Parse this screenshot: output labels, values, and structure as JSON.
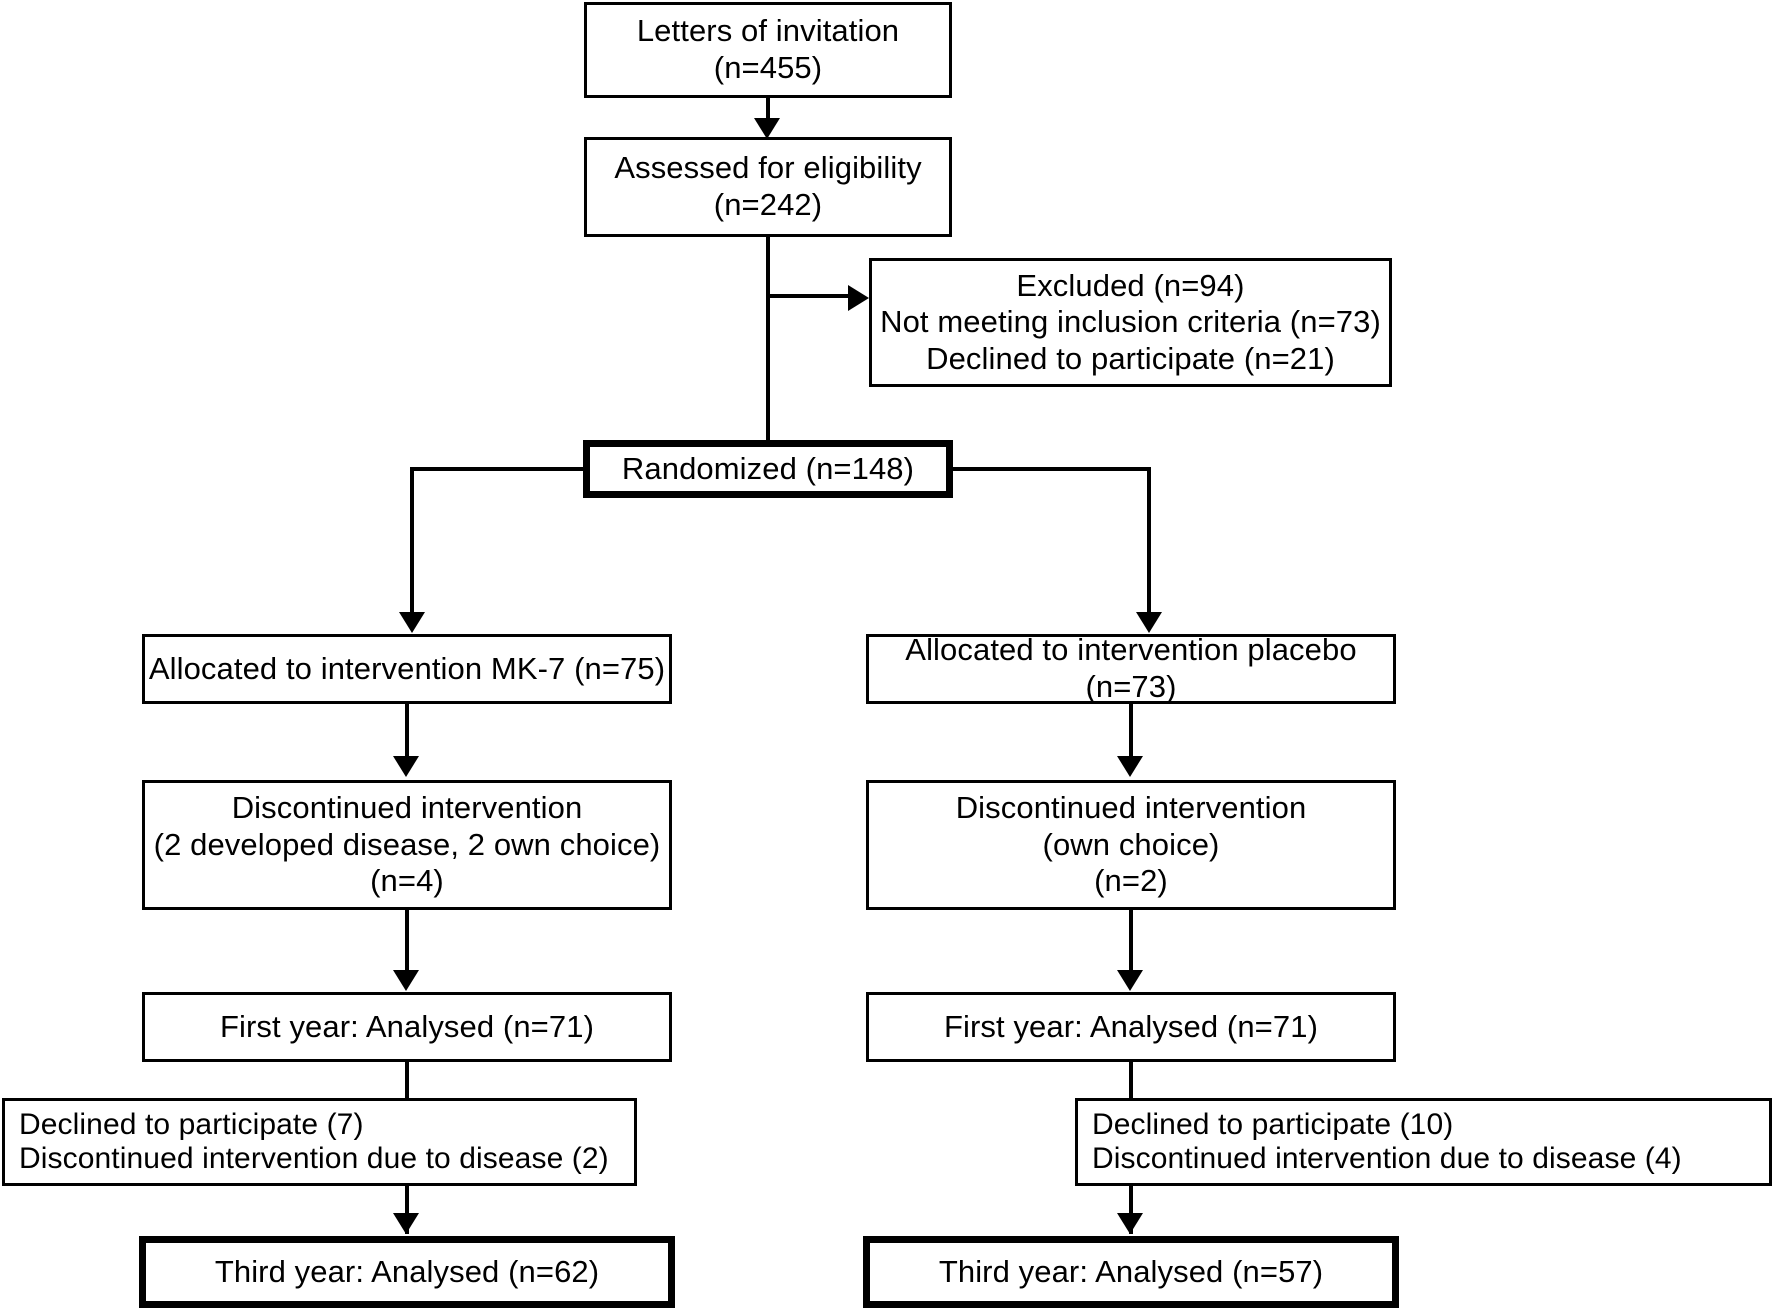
{
  "diagram": {
    "title": "CONSORT participant flow diagram",
    "type": "flowchart",
    "colors": {
      "stroke": "#000000",
      "background": "#ffffff",
      "text": "#000000"
    },
    "nodes": {
      "letters": {
        "label": "Letters of invitation\n(n=455)",
        "text_line1": "Letters of invitation",
        "text_line2": "(n=455)",
        "n": 455,
        "emphasis": "normal"
      },
      "assessed": {
        "label": "Assessed for eligibility\n(n=242)",
        "text_line1": "Assessed for eligibility",
        "text_line2": "(n=242)",
        "n": 242,
        "emphasis": "normal"
      },
      "excluded": {
        "label": "Excluded (n=94)\nNot meeting inclusion criteria (n=73)\nDeclined to participate (n=21)",
        "text_line1": "Excluded (n=94)",
        "text_line2": "Not meeting inclusion criteria (n=73)",
        "text_line3": "Declined to participate (n=21)",
        "n": 94,
        "emphasis": "normal"
      },
      "randomized": {
        "label": "Randomized (n=148)",
        "n": 148,
        "emphasis": "bold-border"
      },
      "alloc_mk7": {
        "label": "Allocated to intervention MK-7 (n=75)",
        "n": 75,
        "emphasis": "normal"
      },
      "alloc_placebo": {
        "label": "Allocated to intervention placebo (n=73)",
        "n": 73,
        "emphasis": "normal"
      },
      "disc_mk7": {
        "label": "Discontinued intervention\n(2 developed disease, 2 own choice)\n(n=4)",
        "text_line1": "Discontinued intervention",
        "text_line2": "(2 developed disease, 2 own choice)",
        "text_line3": "(n=4)",
        "n": 4,
        "emphasis": "normal"
      },
      "disc_placebo": {
        "label": "Discontinued intervention\n(own choice)\n(n=2)",
        "text_line1": "Discontinued intervention",
        "text_line2": "(own choice)",
        "text_line3": "(n=2)",
        "n": 2,
        "emphasis": "normal"
      },
      "first_mk7": {
        "label": "First year: Analysed (n=71)",
        "n": 71,
        "emphasis": "normal"
      },
      "first_placebo": {
        "label": "First year: Analysed (n=71)",
        "n": 71,
        "emphasis": "normal"
      },
      "dropout_mk7": {
        "label": "Declined to participate (7)\nDiscontinued intervention due to disease (2)",
        "text_line1": "Declined to participate (7)",
        "text_line2": "Discontinued intervention due to disease (2)",
        "emphasis": "normal"
      },
      "dropout_placebo": {
        "label": "Declined to participate (10)\nDiscontinued intervention due to disease (4)",
        "text_line1": "Declined to participate (10)",
        "text_line2": "Discontinued intervention due to disease (4)",
        "emphasis": "normal"
      },
      "third_mk7": {
        "label": "Third year: Analysed (n=62)",
        "n": 62,
        "emphasis": "bold-border"
      },
      "third_placebo": {
        "label": "Third year: Analysed (n=57)",
        "n": 57,
        "emphasis": "bold-border"
      }
    },
    "edges": [
      {
        "from": "letters",
        "to": "assessed",
        "kind": "arrow-down"
      },
      {
        "from": "assessed",
        "to": "excluded",
        "kind": "arrow-right"
      },
      {
        "from": "assessed",
        "to": "randomized",
        "kind": "line-down"
      },
      {
        "from": "randomized",
        "to": "alloc_mk7",
        "kind": "elbow-left-arrow-down"
      },
      {
        "from": "randomized",
        "to": "alloc_placebo",
        "kind": "elbow-right-arrow-down"
      },
      {
        "from": "alloc_mk7",
        "to": "disc_mk7",
        "kind": "arrow-down"
      },
      {
        "from": "alloc_placebo",
        "to": "disc_placebo",
        "kind": "arrow-down"
      },
      {
        "from": "disc_mk7",
        "to": "first_mk7",
        "kind": "arrow-down"
      },
      {
        "from": "disc_placebo",
        "to": "first_placebo",
        "kind": "arrow-down"
      },
      {
        "from": "first_mk7",
        "to": "third_mk7",
        "kind": "arrow-down-through-dropout"
      },
      {
        "from": "first_placebo",
        "to": "third_placebo",
        "kind": "arrow-down-through-dropout"
      }
    ]
  }
}
